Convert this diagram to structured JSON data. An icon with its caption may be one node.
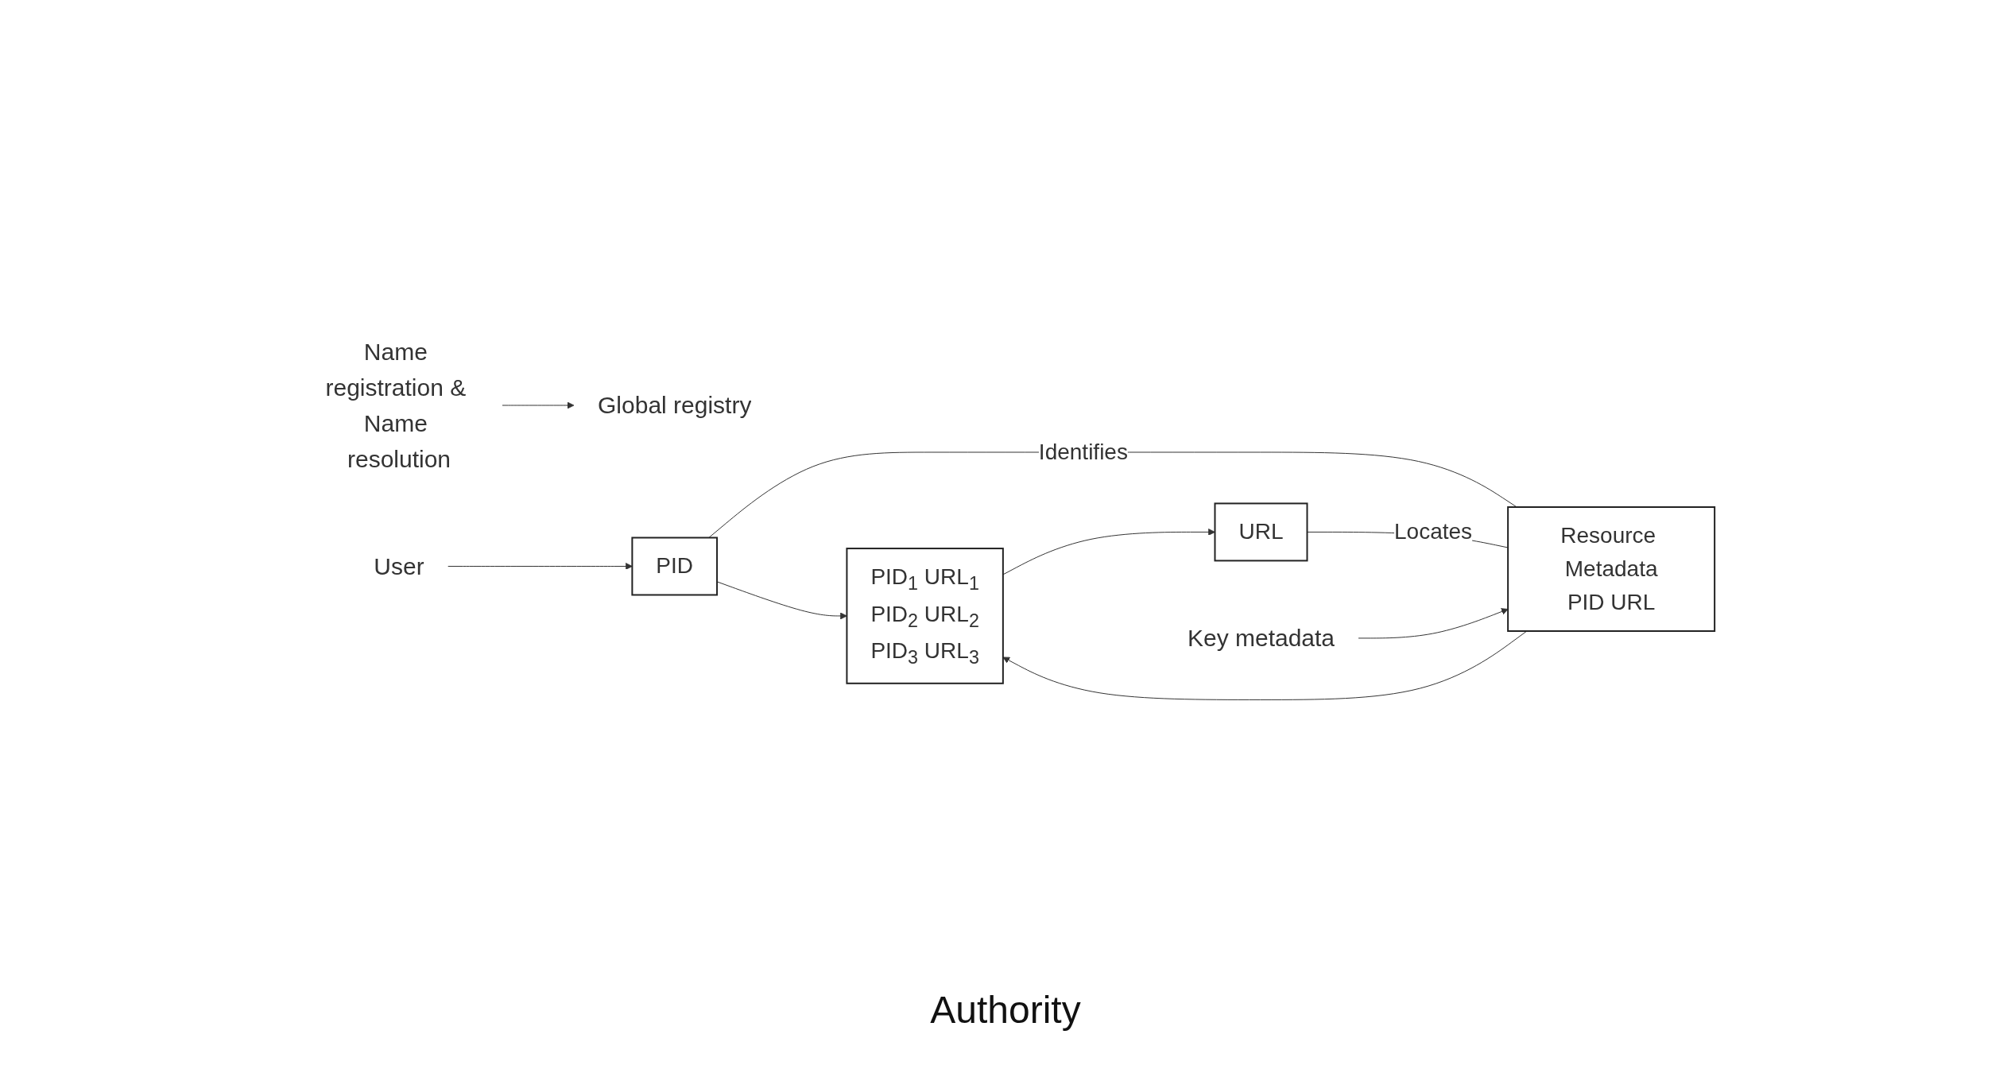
{
  "diagram": {
    "nodes": [
      {
        "text": [
          "Name registration & Name resolution"
        ]
      },
      {
        "text": [
          "Global registry"
        ]
      },
      {
        "text": [
          "User"
        ]
      },
      {
        "text": [
          "PID"
        ]
      },
      {
        "text": [
          "PID$_{1}$ URL$_{1}$",
          "PID$_{2}$ URL$_{2}$",
          "PID$_{3}$ URL$_{3}$"
        ]
      },
      {
        "text": [
          "URL"
        ]
      },
      {
        "text": [
          "Resource Metadata",
          "PID URL"
        ]
      },
      {
        "text": [
          "Key metadata"
        ]
      }
    ],
    "edges": [
      {
        "from": 0,
        "to": 1,
        "arrow": "to"
      },
      {
        "from": 2,
        "to": 3,
        "arrow": "to"
      },
      {
        "from": 3,
        "to": 4,
        "arrow": "to"
      },
      {
        "from": 4,
        "to": 5,
        "arrow": "to"
      },
      {
        "from": 6,
        "to": 4,
        "arrow": "to"
      },
      {
        "from": 3,
        "to": 6,
        "arrow": "none",
        "label": "Identifies"
      },
      {
        "from": 5,
        "to": 6,
        "arrow": "none",
        "label": "Locates"
      },
      {
        "from": 7,
        "to": 6,
        "arrow": "to"
      }
    ],
    "labels": [
      "Authority"
    ]
  }
}
